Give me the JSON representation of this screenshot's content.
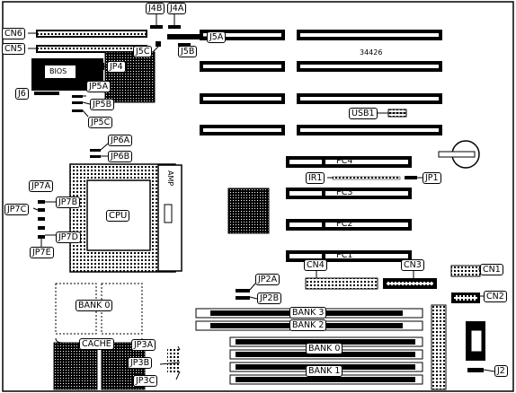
{
  "board": {
    "model_number": "34426",
    "bios_chip": "BIOS",
    "cpu_socket": "CPU",
    "socket_brand": "AMP"
  },
  "labels": {
    "cn6": "CN6",
    "cn5": "CN5",
    "j4b": "J4B",
    "j4a": "J4A",
    "j5a": "J5A",
    "j5b": "J5B",
    "j5c": "J5C",
    "jp4": "JP4",
    "j6": "J6",
    "jp5a": "JP5A",
    "jp5b": "JP5B",
    "jp5c": "JP5C",
    "usb1": "USB1",
    "jp6a": "JP6A",
    "jp6b": "JP6B",
    "pc4": "PC4",
    "ir1": "IR1",
    "jp1": "JP1",
    "pc3": "PC3",
    "jp7a": "JP7A",
    "jp7b": "JP7B",
    "jp7c": "JP7C",
    "jp7d": "JP7D",
    "jp7e": "JP7E",
    "pc2": "PC2",
    "pc1": "PC1",
    "cn4": "CN4",
    "cn3": "CN3",
    "cn1": "CN1",
    "cn2": "CN2",
    "jp2a": "JP2A",
    "jp2b": "JP2B",
    "bank3": "BANK 3",
    "bank2": "BANK 2",
    "bank0_cache": "BANK 0",
    "cache": "CACHE",
    "jp3a": "JP3A",
    "jp3b": "JP3B",
    "jp3c": "JP3C",
    "bank0_simm": "BANK 0",
    "bank1": "BANK 1",
    "j2": "J2"
  }
}
